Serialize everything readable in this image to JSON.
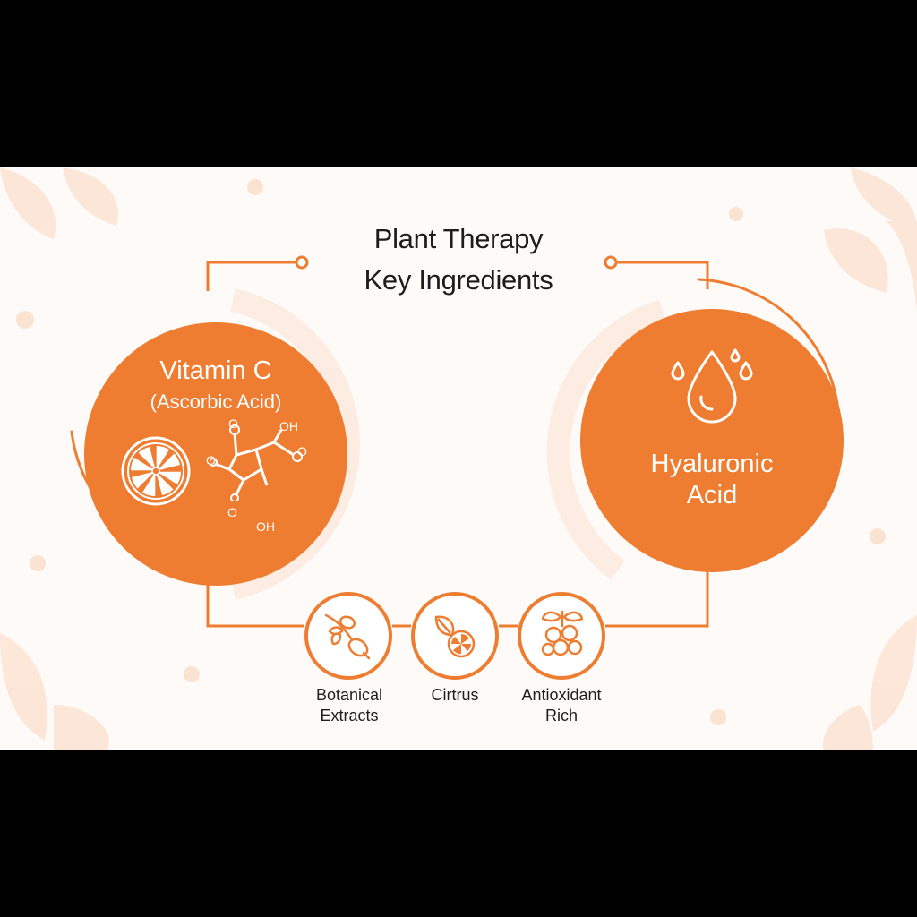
{
  "title": {
    "line1": "Plant Therapy",
    "line2": "Key Ingredients"
  },
  "vitamin_c": {
    "title": "Vitamin C",
    "subtitle": "(Ascorbic Acid)",
    "chem_labels": {
      "top_o": "O",
      "top_oh": "OH",
      "right_o": "O",
      "left_o": "O",
      "bottom_o": "O",
      "bottom_oh": "OH"
    },
    "icons": [
      "orange-slice-icon",
      "molecule-icon"
    ]
  },
  "hyaluronic_acid": {
    "line1": "Hyaluronic",
    "line2": "Acid",
    "icon": "water-drop-icon"
  },
  "features": [
    {
      "line1": "Botanical",
      "line2": "Extracts",
      "icon": "rosehip-branch-icon"
    },
    {
      "line1": "Cirtrus",
      "line2": "",
      "icon": "citrus-leaf-icon"
    },
    {
      "line1": "Antioxidant",
      "line2": "Rich",
      "icon": "berries-icon"
    }
  ],
  "colors": {
    "accent": "#ef7d31",
    "accent_light": "#fbe3d2",
    "background": "#fdfaf7",
    "text": "#1c1c1c",
    "letterbox": "#000000"
  }
}
